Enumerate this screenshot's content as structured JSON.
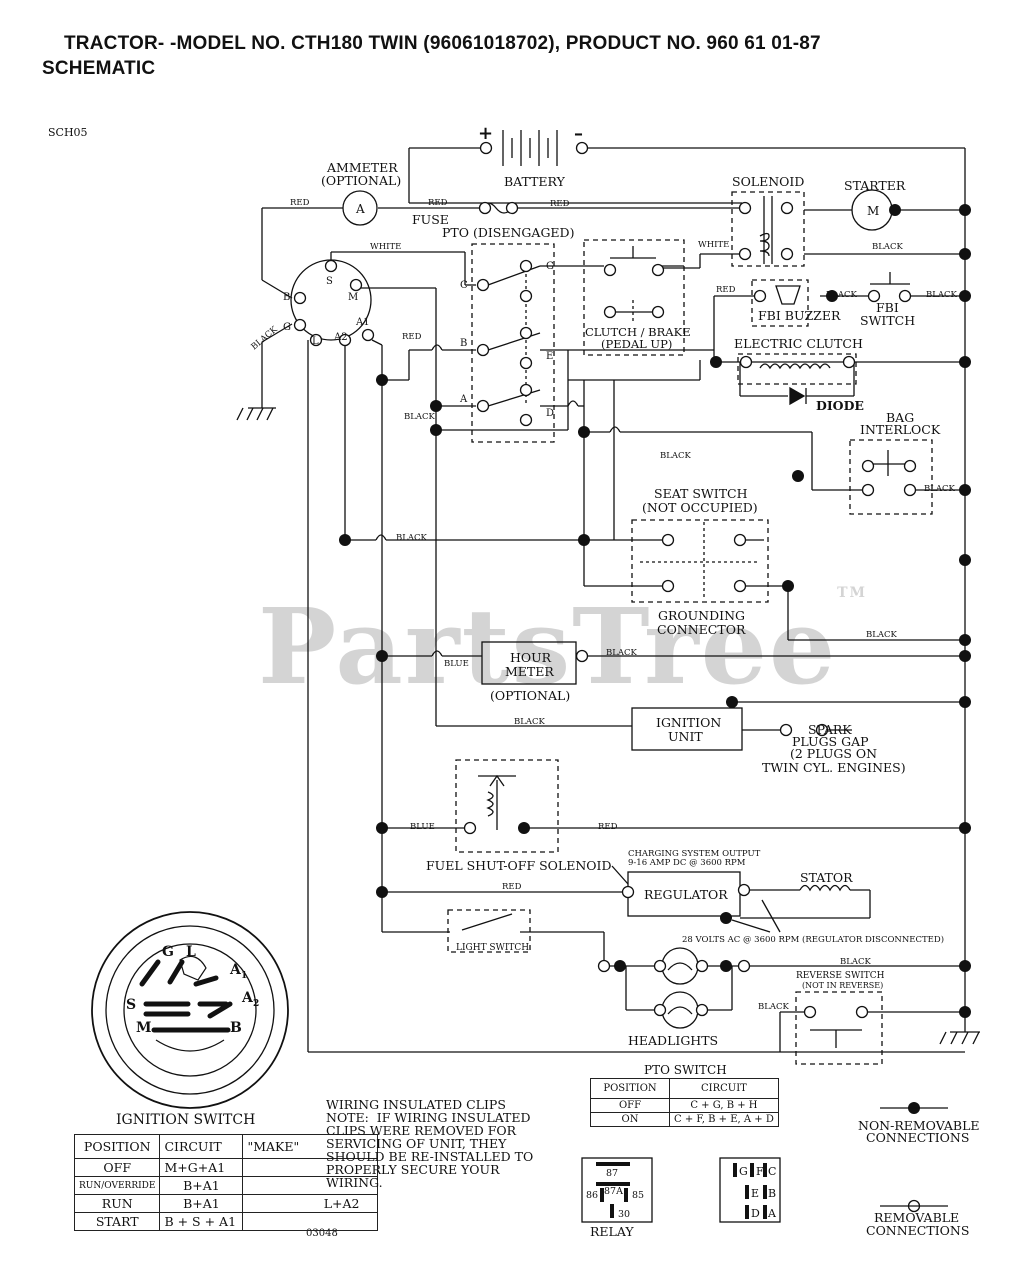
{
  "header": {
    "title": "TRACTOR- -MODEL NO. CTH180 TWIN (96061018702), PRODUCT NO. 960 61 01-87",
    "subtitle": "SCHEMATIC"
  },
  "ref_code": "SCH05",
  "figure_code": "03048",
  "watermark": "PartsTree",
  "watermark_mark": "TM",
  "components": {
    "ammeter": "AMMETER",
    "ammeter_opt": "(OPTIONAL)",
    "ammeter_symbol": "A",
    "fuse": "FUSE",
    "battery": "BATTERY",
    "battery_plus": "+",
    "battery_minus": "–",
    "solenoid": "SOLENOID",
    "starter": "STARTER",
    "starter_symbol": "M",
    "pto": "PTO (DISENGAGED)",
    "clutch_brake": "CLUTCH / BRAKE",
    "clutch_brake_2": "(PEDAL UP)",
    "fbi_buzzer": "FBI BUZZER",
    "fbi_switch": "FBI",
    "fbi_switch_2": "SWITCH",
    "electric_clutch": "ELECTRIC CLUTCH",
    "diode": "DIODE",
    "bag_interlock": "BAG",
    "bag_interlock_2": "INTERLOCK",
    "seat_switch": "SEAT SWITCH",
    "seat_switch_2": "(NOT OCCUPIED)",
    "grounding": "GROUNDING",
    "grounding_2": "CONNECTOR",
    "hour_meter": "HOUR",
    "hour_meter_2": "METER",
    "hour_meter_opt": "(OPTIONAL)",
    "ignition_unit": "IGNITION",
    "ignition_unit_2": "UNIT",
    "spark": "SPARK",
    "spark_2": "PLUGS GAP",
    "spark_3": "(2 PLUGS ON",
    "spark_4": "TWIN CYL. ENGINES)",
    "fuel_solenoid": "FUEL SHUT-OFF SOLENOID",
    "charging": "CHARGING SYSTEM OUTPUT",
    "charging_2": "9-16 AMP DC @ 3600 RPM",
    "regulator": "REGULATOR",
    "stator": "STATOR",
    "light_switch": "LIGHT SWITCH",
    "volts": "28 VOLTS AC @ 3600 RPM (REGULATOR DISCONNECTED)",
    "reverse_switch": "REVERSE SWITCH",
    "reverse_switch_2": "(NOT IN REVERSE)",
    "headlights": "HEADLIGHTS",
    "ignition_switch": "IGNITION SWITCH",
    "relay": "RELAY"
  },
  "terminals": {
    "ign": [
      "S",
      "M",
      "B",
      "G",
      "L",
      "A2",
      "A1"
    ],
    "pto": [
      "C",
      "G",
      "B",
      "E",
      "A",
      "D"
    ],
    "ign_switch_face": [
      "G",
      "L",
      "A",
      "1",
      "S",
      "A",
      "2",
      "M",
      "B"
    ],
    "relay": [
      "87",
      "87A",
      "86",
      "85",
      "30"
    ],
    "pto_pins": [
      "G",
      "F",
      "C",
      "E",
      "B",
      "D",
      "A"
    ]
  },
  "wire_colors": {
    "red": "RED",
    "white": "WHITE",
    "black": "BLACK",
    "blue": "BLUE"
  },
  "ignition_table": {
    "headers": [
      "POSITION",
      "CIRCUIT",
      "\"MAKE\""
    ],
    "rows": [
      [
        "OFF",
        "M+G+A1",
        ""
      ],
      [
        "RUN/OVERRIDE",
        "B+A1",
        ""
      ],
      [
        "RUN",
        "B+A1",
        "L+A2"
      ],
      [
        "START",
        "B + S + A1",
        ""
      ]
    ]
  },
  "pto_table": {
    "title": "PTO SWITCH",
    "headers": [
      "POSITION",
      "CIRCUIT"
    ],
    "rows": [
      [
        "OFF",
        "C + G, B + H"
      ],
      [
        "ON",
        "C + F, B + E, A + D"
      ]
    ]
  },
  "note": "WIRING INSULATED CLIPS\nNOTE:  IF WIRING INSULATED\nCLIPS WERE REMOVED FOR\nSERVICING OF UNIT, THEY\nSHOULD BE RE-INSTALLED TO\nPROPERLY SECURE YOUR\nWIRING.",
  "legend": {
    "non_removable": "NON-REMOVABLE",
    "non_removable_2": "CONNECTIONS",
    "removable": "REMOVABLE",
    "removable_2": "CONNECTIONS"
  }
}
